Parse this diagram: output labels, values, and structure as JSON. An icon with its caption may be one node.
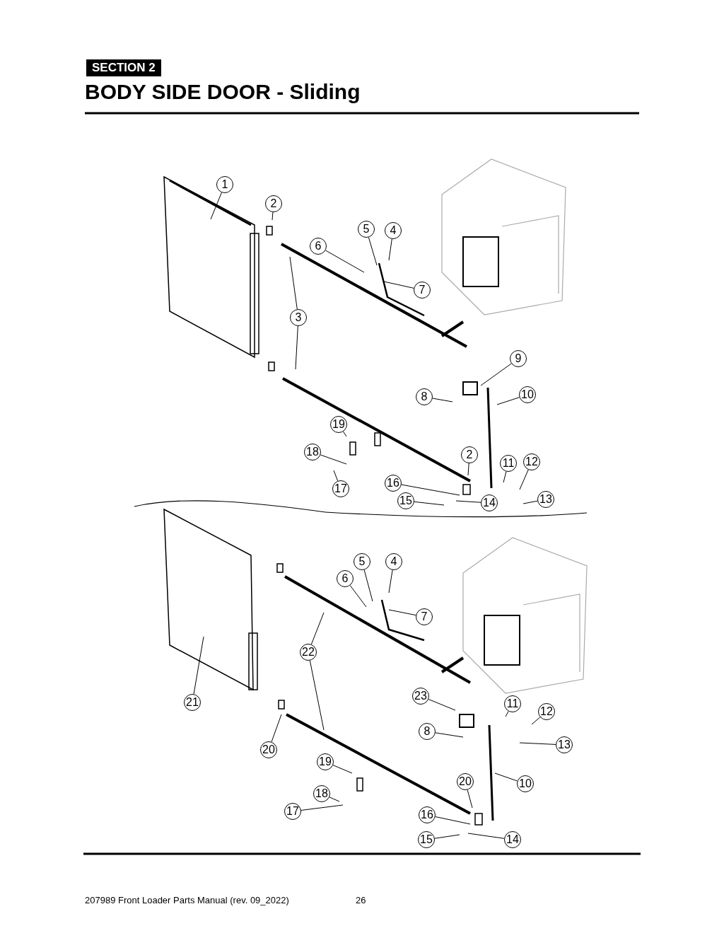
{
  "diagram": {
    "title": "BODY SIDE DOOR - Sliding",
    "nodes": [
      {
        "text": [
          "1"
        ]
      },
      {
        "text": [
          "2"
        ]
      },
      {
        "text": [
          "5"
        ]
      },
      {
        "text": [
          "4"
        ]
      },
      {
        "text": [
          "6"
        ]
      },
      {
        "text": [
          "7"
        ]
      },
      {
        "text": [
          "3"
        ]
      },
      {
        "text": [
          "9"
        ]
      },
      {
        "text": [
          "8"
        ]
      },
      {
        "text": [
          "10"
        ]
      },
      {
        "text": [
          "19"
        ]
      },
      {
        "text": [
          "18"
        ]
      },
      {
        "text": [
          "2"
        ]
      },
      {
        "text": [
          "11"
        ]
      },
      {
        "text": [
          "12"
        ]
      },
      {
        "text": [
          "17"
        ]
      },
      {
        "text": [
          "16"
        ]
      },
      {
        "text": [
          "15"
        ]
      },
      {
        "text": [
          "14"
        ]
      },
      {
        "text": [
          "13"
        ]
      },
      {
        "text": [
          "5"
        ]
      },
      {
        "text": [
          "4"
        ]
      },
      {
        "text": [
          "6"
        ]
      },
      {
        "text": [
          "7"
        ]
      },
      {
        "text": [
          "22"
        ]
      },
      {
        "text": [
          "23"
        ]
      },
      {
        "text": [
          "11"
        ]
      },
      {
        "text": [
          "12"
        ]
      },
      {
        "text": [
          "21"
        ]
      },
      {
        "text": [
          "8"
        ]
      },
      {
        "text": [
          "13"
        ]
      },
      {
        "text": [
          "20"
        ]
      },
      {
        "text": [
          "19"
        ]
      },
      {
        "text": [
          "20"
        ]
      },
      {
        "text": [
          "10"
        ]
      },
      {
        "text": [
          "18"
        ]
      },
      {
        "text": [
          "17"
        ]
      },
      {
        "text": [
          "16"
        ]
      },
      {
        "text": [
          "15"
        ]
      },
      {
        "text": [
          "14"
        ]
      }
    ],
    "edges": [
      {
        "from": 0,
        "to": null,
        "arrow": "none"
      },
      {
        "from": 1,
        "to": null,
        "arrow": "none"
      },
      {
        "from": 2,
        "to": null,
        "arrow": "none"
      },
      {
        "from": 3,
        "to": null,
        "arrow": "none"
      },
      {
        "from": 4,
        "to": null,
        "arrow": "none"
      },
      {
        "from": 5,
        "to": null,
        "arrow": "none"
      },
      {
        "from": 6,
        "to": null,
        "arrow": "none"
      },
      {
        "from": 6,
        "to": null,
        "arrow": "none"
      },
      {
        "from": 7,
        "to": null,
        "arrow": "none"
      },
      {
        "from": 8,
        "to": null,
        "arrow": "none"
      },
      {
        "from": 9,
        "to": null,
        "arrow": "none"
      },
      {
        "from": 10,
        "to": null,
        "arrow": "none"
      },
      {
        "from": 11,
        "to": null,
        "arrow": "none"
      },
      {
        "from": 12,
        "to": null,
        "arrow": "none"
      },
      {
        "from": 13,
        "to": null,
        "arrow": "none"
      },
      {
        "from": 14,
        "to": null,
        "arrow": "none"
      },
      {
        "from": 15,
        "to": null,
        "arrow": "none"
      },
      {
        "from": 16,
        "to": null,
        "arrow": "none"
      },
      {
        "from": 17,
        "to": null,
        "arrow": "none"
      },
      {
        "from": 18,
        "to": null,
        "arrow": "none"
      },
      {
        "from": 19,
        "to": null,
        "arrow": "none"
      },
      {
        "from": 20,
        "to": null,
        "arrow": "none"
      },
      {
        "from": 21,
        "to": null,
        "arrow": "none"
      },
      {
        "from": 22,
        "to": null,
        "arrow": "none"
      },
      {
        "from": 23,
        "to": null,
        "arrow": "none"
      },
      {
        "from": 24,
        "to": null,
        "arrow": "none"
      },
      {
        "from": 24,
        "to": null,
        "arrow": "none"
      },
      {
        "from": 25,
        "to": null,
        "arrow": "none"
      },
      {
        "from": 26,
        "to": null,
        "arrow": "none"
      },
      {
        "from": 27,
        "to": null,
        "arrow": "none"
      },
      {
        "from": 28,
        "to": null,
        "arrow": "none"
      },
      {
        "from": 29,
        "to": null,
        "arrow": "none"
      },
      {
        "from": 30,
        "to": null,
        "arrow": "none"
      },
      {
        "from": 31,
        "to": null,
        "arrow": "none"
      },
      {
        "from": 32,
        "to": null,
        "arrow": "none"
      },
      {
        "from": 33,
        "to": null,
        "arrow": "none"
      },
      {
        "from": 34,
        "to": null,
        "arrow": "none"
      },
      {
        "from": 35,
        "to": null,
        "arrow": "none"
      },
      {
        "from": 36,
        "to": null,
        "arrow": "none"
      },
      {
        "from": 37,
        "to": null,
        "arrow": "none"
      },
      {
        "from": 38,
        "to": null,
        "arrow": "none"
      },
      {
        "from": 39,
        "to": null,
        "arrow": "none"
      }
    ],
    "labels": [
      "SECTION 2",
      "207989 Front Loader Parts Manual (rev. 09_2022)",
      "26"
    ]
  }
}
